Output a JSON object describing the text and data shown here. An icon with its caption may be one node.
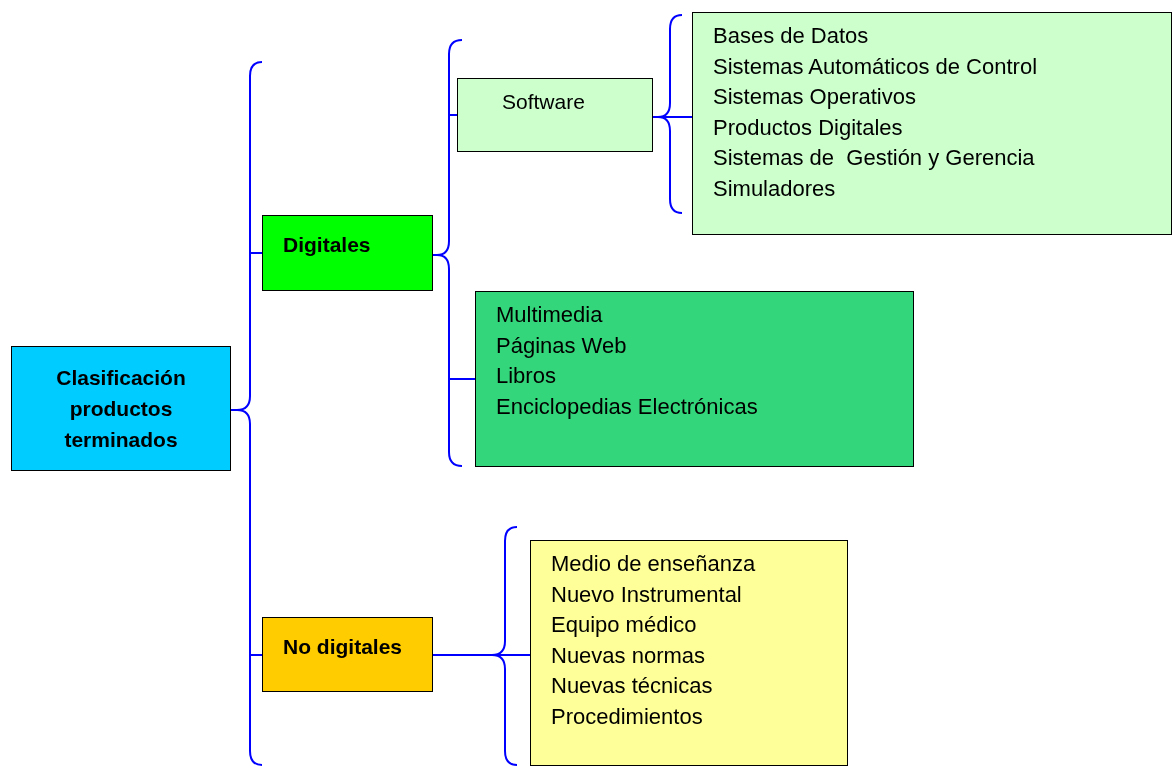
{
  "diagram": {
    "nodes": [
      {
        "text": [
          "Clasificación productos terminados"
        ]
      },
      {
        "text": [
          "Digitales"
        ]
      },
      {
        "text": [
          "Software"
        ]
      },
      {
        "text": [
          "Bases de Datos",
          "Sistemas Automáticos de Control",
          "Sistemas Operativos",
          "Productos Digitales",
          "Sistemas de  Gestión y Gerencia",
          "Simuladores"
        ]
      },
      {
        "text": [
          "Multimedia",
          "Páginas Web",
          "Libros",
          "Enciclopedias Electrónicas"
        ]
      },
      {
        "text": [
          "No digitales"
        ]
      },
      {
        "text": [
          "Medio de enseñanza",
          "Nuevo Instrumental",
          "Equipo médico",
          "Nuevas normas",
          "Nuevas técnicas",
          "Procedimientos"
        ]
      }
    ],
    "edges": [
      {
        "from": 0,
        "to": 1,
        "arrow": "none"
      },
      {
        "from": 0,
        "to": 5,
        "arrow": "none"
      },
      {
        "from": 1,
        "to": 2,
        "arrow": "none"
      },
      {
        "from": 1,
        "to": 4,
        "arrow": "none"
      },
      {
        "from": 2,
        "to": 3,
        "arrow": "none"
      },
      {
        "from": 5,
        "to": 6,
        "arrow": "none"
      }
    ]
  }
}
